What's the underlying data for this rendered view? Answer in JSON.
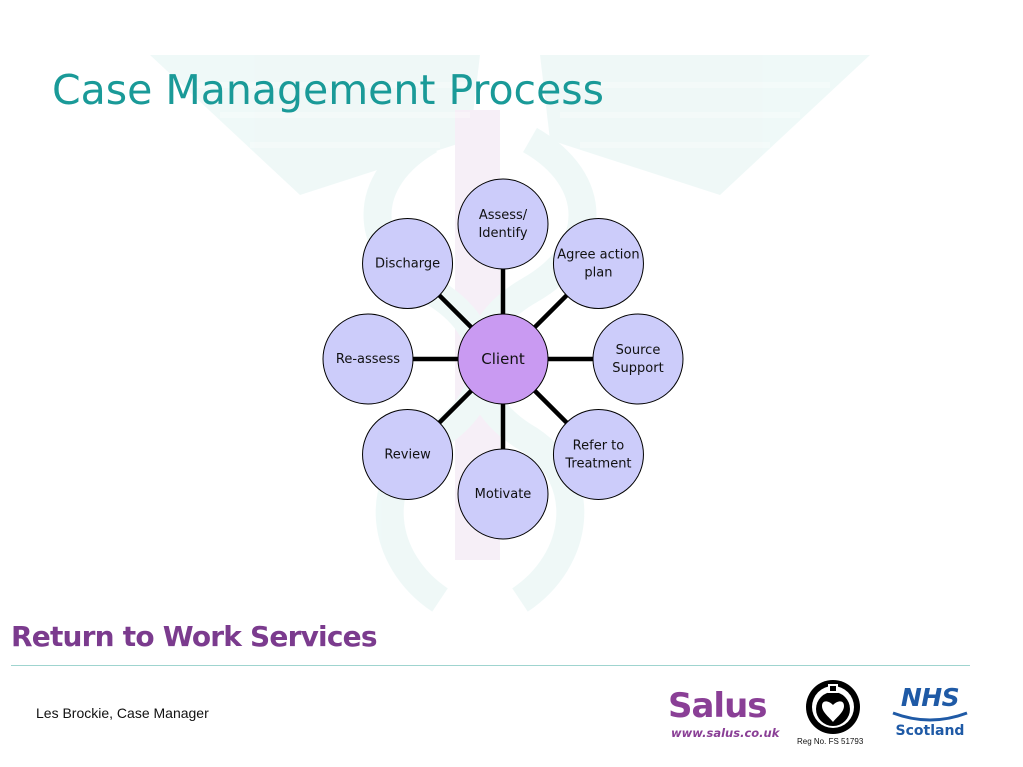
{
  "slide": {
    "title": "Case Management Process"
  },
  "diagram": {
    "center": "Client",
    "nodes": [
      {
        "id": "assess",
        "lines": [
          "Assess/",
          "Identify"
        ]
      },
      {
        "id": "agree",
        "lines": [
          "Agree action",
          "plan"
        ]
      },
      {
        "id": "source",
        "lines": [
          "Source",
          "Support"
        ]
      },
      {
        "id": "refer",
        "lines": [
          "Refer to",
          "Treatment"
        ]
      },
      {
        "id": "motivate",
        "lines": [
          "Motivate"
        ]
      },
      {
        "id": "review",
        "lines": [
          "Review"
        ]
      },
      {
        "id": "reassess",
        "lines": [
          "Re-assess"
        ]
      },
      {
        "id": "discharge",
        "lines": [
          "Discharge"
        ]
      }
    ],
    "colors": {
      "center_fill": "#c99af2",
      "node_fill": "#ccccfa",
      "stroke": "#000000"
    }
  },
  "footer": {
    "banner": "Return to Work Services",
    "author": "Les Brockie, Case Manager",
    "salus": {
      "name": "Salus",
      "url": "www.salus.co.uk"
    },
    "bsi": {
      "reg": "Reg No. FS 51793"
    },
    "nhs": {
      "mark": "NHS",
      "region": "Scotland"
    }
  },
  "colors": {
    "title": "#1a9a98",
    "banner": "#7b3b8e"
  }
}
